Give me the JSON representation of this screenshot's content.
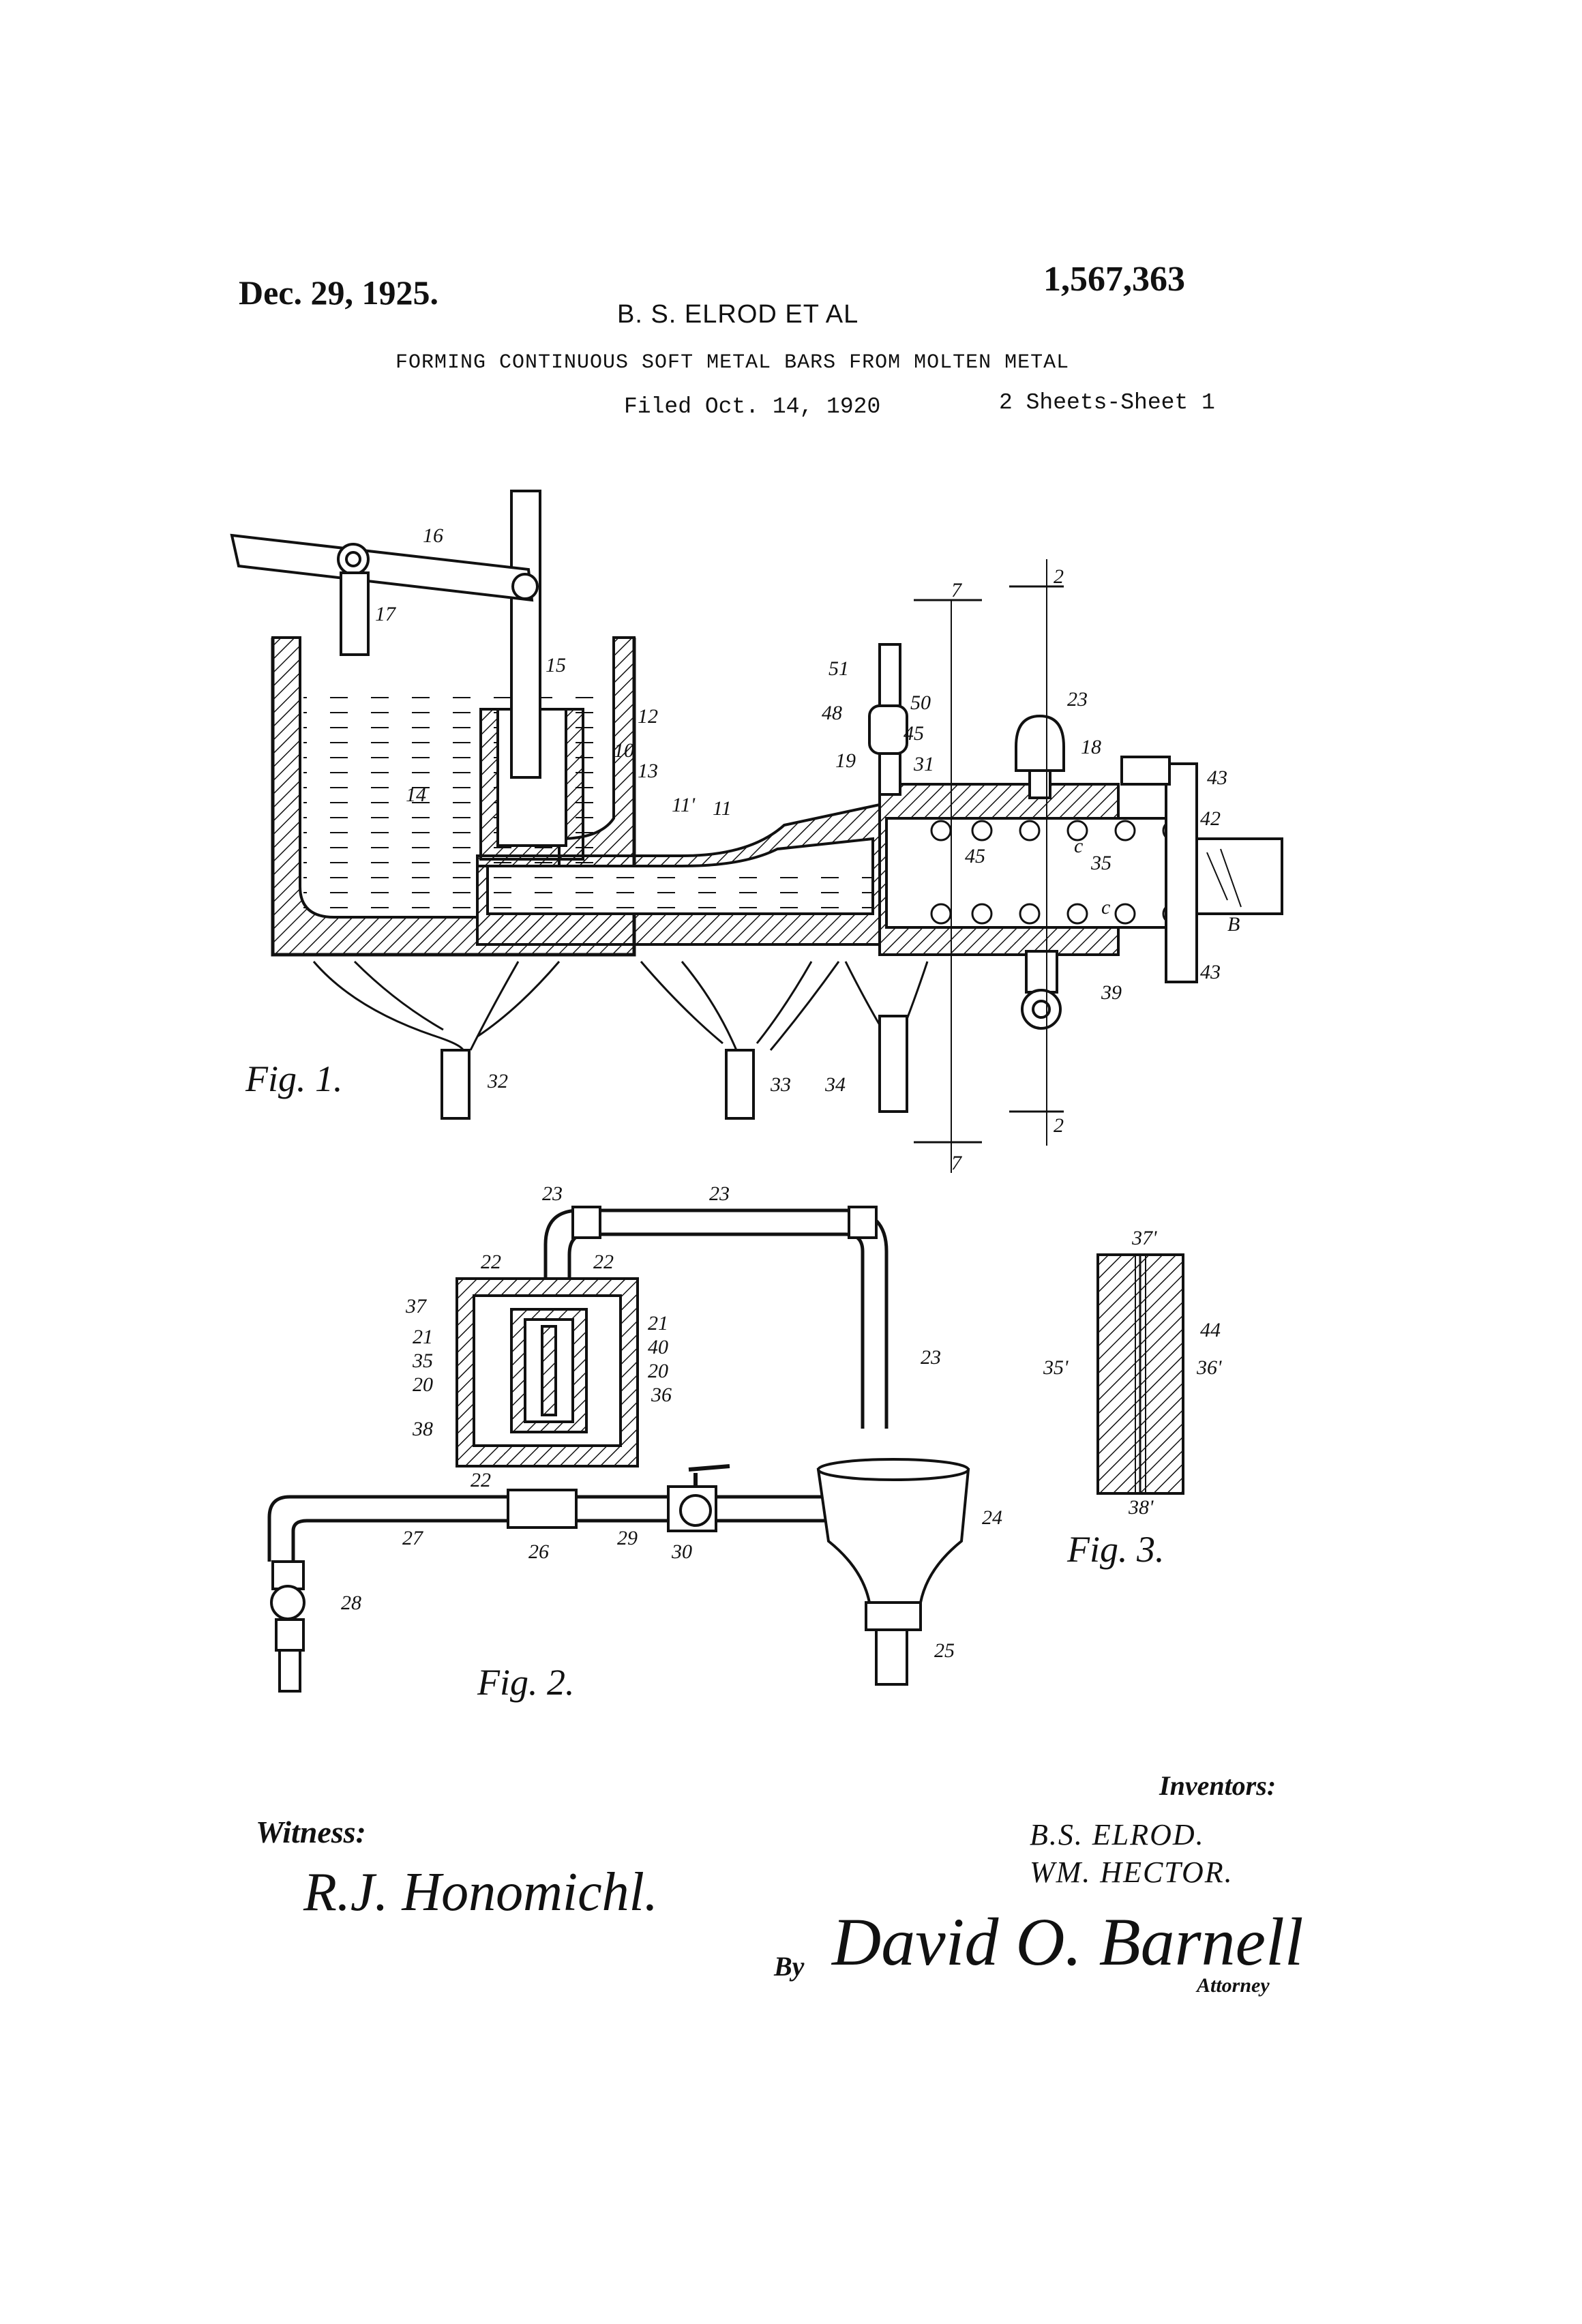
{
  "header": {
    "date": "Dec. 29, 1925.",
    "patent_number": "1,567,363",
    "inventor_line": "B. S. ELROD ET AL",
    "title": "FORMING CONTINUOUS SOFT METAL BARS FROM MOLTEN METAL",
    "filed": "Filed Oct. 14, 1920",
    "sheet": "2 Sheets-Sheet 1"
  },
  "figures": {
    "fig1": {
      "caption": "Fig. 1.",
      "labels": [
        "16",
        "17",
        "15",
        "12",
        "10",
        "13",
        "14",
        "11'",
        "11",
        "51",
        "50",
        "48",
        "45",
        "19",
        "31",
        "23",
        "18",
        "43",
        "42",
        "35",
        "45",
        "c",
        "c",
        "B",
        "39",
        "43",
        "32",
        "33",
        "34",
        "7",
        "7",
        "2",
        "2"
      ]
    },
    "fig2": {
      "caption": "Fig. 2.",
      "labels": [
        "23",
        "23",
        "23",
        "22",
        "22",
        "37",
        "21",
        "35",
        "20",
        "21",
        "40",
        "20",
        "36",
        "38",
        "22",
        "27",
        "26",
        "29",
        "30",
        "24",
        "28",
        "25"
      ]
    },
    "fig3": {
      "caption": "Fig. 3.",
      "labels": [
        "37'",
        "44",
        "35'",
        "36'",
        "38'"
      ]
    }
  },
  "signatures": {
    "witness_heading": "Witness:",
    "witness_name": "R.J. Honomichl.",
    "inventors_heading": "Inventors:",
    "inventor_1": "B.S. ELROD.",
    "inventor_2": "WM. HECTOR.",
    "by": "By",
    "attorney_name": "David O. Barnell",
    "attorney_heading": "Attorney"
  }
}
